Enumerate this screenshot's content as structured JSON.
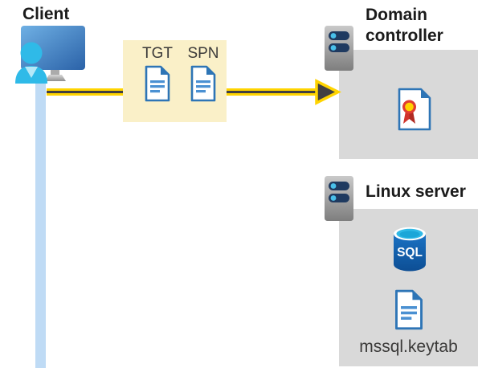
{
  "nodes": {
    "client": {
      "label": "Client"
    },
    "credentials": {
      "tgt": "TGT",
      "spn": "SPN"
    },
    "domain_controller": {
      "label": "Domain controller"
    },
    "linux_server": {
      "label": "Linux server",
      "sql_badge": "SQL",
      "keytab_file": "mssql.keytab"
    }
  },
  "colors": {
    "arrow_yellow": "#ffd400",
    "arrow_core": "#414042",
    "credential_box_bg": "#faf0c8",
    "server_box_bg": "#d9d9d9",
    "document_blue": "#2e75b6",
    "document_line_blue": "#4a90d2",
    "person_cyan": "#2fbae8",
    "timeline_blue": "#bfdbf5",
    "server_slot_navy": "#1f3a60",
    "sql_body_blue": "#1261ae",
    "sql_top_cyan": "#2fb9e6",
    "certificate_red": "#d0342c",
    "certificate_yellow": "#ffd200"
  }
}
